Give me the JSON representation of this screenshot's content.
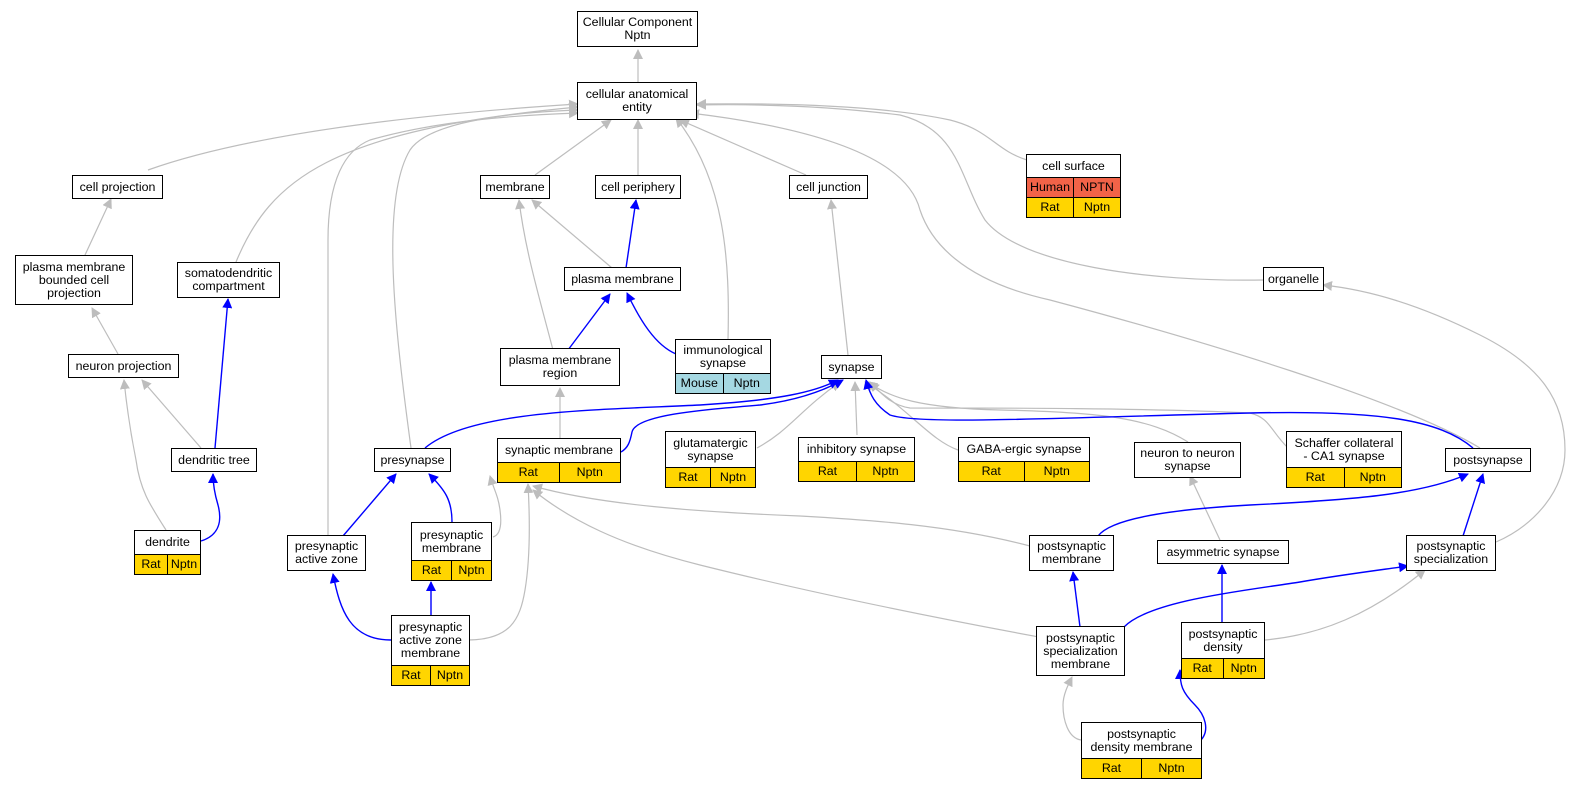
{
  "colors": {
    "edge_gray": "#bdbdbd",
    "edge_blue": "#0000ff",
    "species_human": "#f26348",
    "species_rat": "#ffd500",
    "species_mouse": "#a5d8e2"
  },
  "nodes": {
    "root": {
      "label": "Cellular Component\nNptn"
    },
    "cae": {
      "label": "cellular anatomical\nentity"
    },
    "cellsurface": {
      "label": "cell surface",
      "rows": [
        [
          "Human",
          "NPTN"
        ],
        [
          "Rat",
          "Nptn"
        ]
      ],
      "row_colors": [
        "species_human",
        "species_rat"
      ]
    },
    "cellproj": {
      "label": "cell projection"
    },
    "membrane": {
      "label": "membrane"
    },
    "cellperiph": {
      "label": "cell periphery"
    },
    "celljunc": {
      "label": "cell junction"
    },
    "pmbcp": {
      "label": "plasma membrane\nbounded cell\nprojection"
    },
    "somato": {
      "label": "somatodendritic\ncompartment"
    },
    "plasmamem": {
      "label": "plasma membrane"
    },
    "organelle": {
      "label": "organelle"
    },
    "neuronproj": {
      "label": "neuron projection"
    },
    "pmregion": {
      "label": "plasma membrane\nregion"
    },
    "immuno": {
      "label": "immunological\nsynapse",
      "rows": [
        [
          "Mouse",
          "Nptn"
        ]
      ],
      "row_colors": [
        "species_mouse"
      ]
    },
    "synapse": {
      "label": "synapse"
    },
    "dendtree": {
      "label": "dendritic tree"
    },
    "presynapse": {
      "label": "presynapse"
    },
    "synmem": {
      "label": "synaptic membrane",
      "rows": [
        [
          "Rat",
          "Nptn"
        ]
      ],
      "row_colors": [
        "species_rat"
      ]
    },
    "glut": {
      "label": "glutamatergic\nsynapse",
      "rows": [
        [
          "Rat",
          "Nptn"
        ]
      ],
      "row_colors": [
        "species_rat"
      ]
    },
    "inhib": {
      "label": "inhibitory synapse",
      "rows": [
        [
          "Rat",
          "Nptn"
        ]
      ],
      "row_colors": [
        "species_rat"
      ]
    },
    "gaba": {
      "label": "GABA-ergic synapse",
      "rows": [
        [
          "Rat",
          "Nptn"
        ]
      ],
      "row_colors": [
        "species_rat"
      ]
    },
    "n2n": {
      "label": "neuron to neuron\nsynapse"
    },
    "schaffer": {
      "label": "Schaffer collateral\n- CA1 synapse",
      "rows": [
        [
          "Rat",
          "Nptn"
        ]
      ],
      "row_colors": [
        "species_rat"
      ]
    },
    "postsynapse": {
      "label": "postsynapse"
    },
    "dendrite": {
      "label": "dendrite",
      "rows": [
        [
          "Rat",
          "Nptn"
        ]
      ],
      "row_colors": [
        "species_rat"
      ]
    },
    "preaz": {
      "label": "presynaptic\nactive zone"
    },
    "premem": {
      "label": "presynaptic\nmembrane",
      "rows": [
        [
          "Rat",
          "Nptn"
        ]
      ],
      "row_colors": [
        "species_rat"
      ]
    },
    "postmem": {
      "label": "postsynaptic\nmembrane"
    },
    "asym": {
      "label": "asymmetric synapse"
    },
    "postspec": {
      "label": "postsynaptic\nspecialization"
    },
    "preazmem": {
      "label": "presynaptic\nactive zone\nmembrane",
      "rows": [
        [
          "Rat",
          "Nptn"
        ]
      ],
      "row_colors": [
        "species_rat"
      ]
    },
    "postspecmem": {
      "label": "postsynaptic\nspecialization\nmembrane"
    },
    "psd": {
      "label": "postsynaptic\ndensity",
      "rows": [
        [
          "Rat",
          "Nptn"
        ]
      ],
      "row_colors": [
        "species_rat"
      ]
    },
    "psdmem": {
      "label": "postsynaptic\ndensity membrane",
      "rows": [
        [
          "Rat",
          "Nptn"
        ]
      ],
      "row_colors": [
        "species_rat"
      ]
    }
  }
}
